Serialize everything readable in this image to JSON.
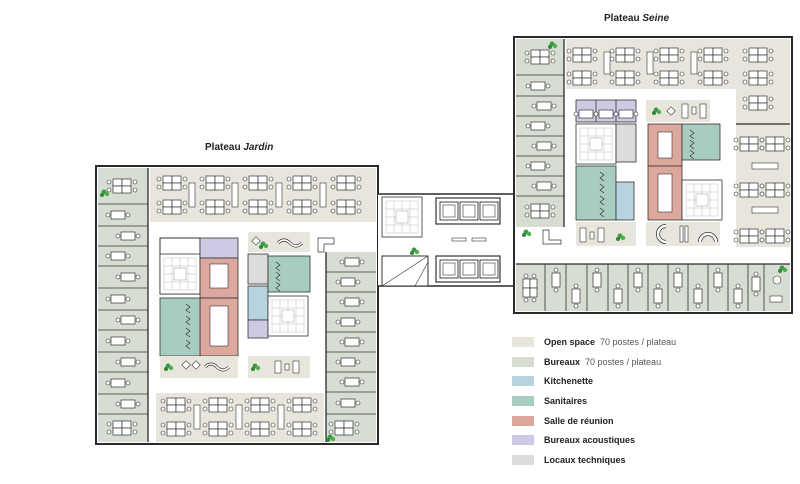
{
  "titles": {
    "seine_prefix": "Plateau",
    "seine_name": "Seine",
    "jardin_prefix": "Plateau",
    "jardin_name": "Jardin"
  },
  "colors": {
    "open_space": "#e8e6dc",
    "bureaux": "#d7ddd3",
    "kitchenette": "#b7d3de",
    "sanitaires": "#a8cdbf",
    "salle_reunion": "#dca79d",
    "bureaux_acoustiques": "#cdcbe3",
    "locaux_techniques": "#dcdcdc",
    "wall": "#2b2b2b",
    "plant": "#3f9a45"
  },
  "legend": {
    "items": [
      {
        "label": "Open space",
        "note": "70 postes / plateau",
        "color": "#e8e6dc"
      },
      {
        "label": "Bureaux",
        "note": "70 postes / plateau",
        "color": "#d7ddd3"
      },
      {
        "label": "Kitchenette",
        "note": "",
        "color": "#b7d3de"
      },
      {
        "label": "Sanitaires",
        "note": "",
        "color": "#a8cdbf"
      },
      {
        "label": "Salle de réunion",
        "note": "",
        "color": "#dca79d"
      },
      {
        "label": "Bureaux acoustiques",
        "note": "",
        "color": "#cdcbe3"
      },
      {
        "label": "Locaux techniques",
        "note": "",
        "color": "#dcdcdc"
      }
    ]
  }
}
